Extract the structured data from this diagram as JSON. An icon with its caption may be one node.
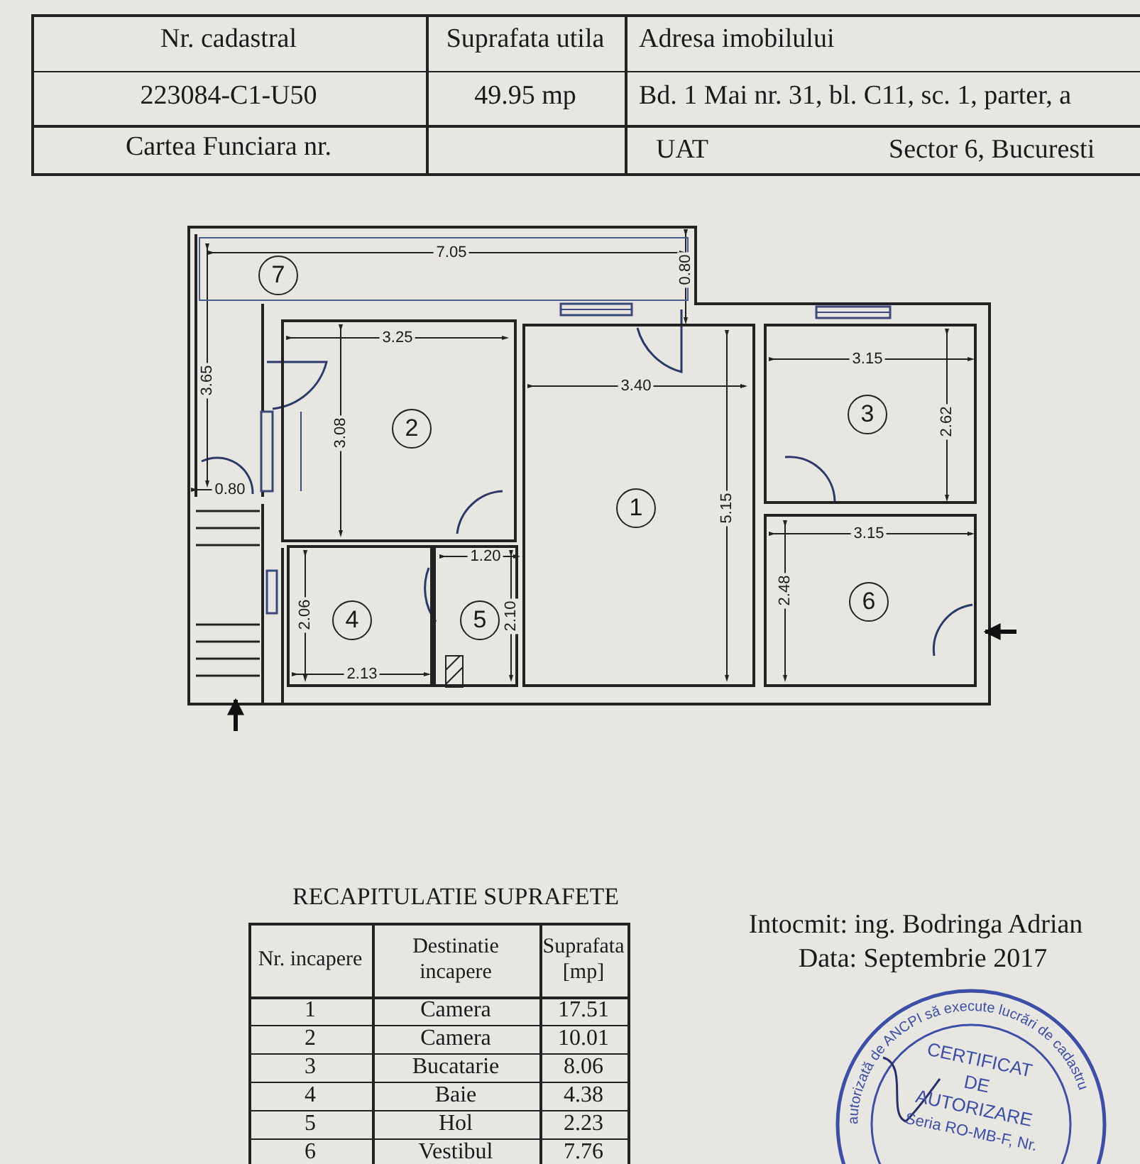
{
  "diagram": {
    "labels": [
      "Nr. cadastral",
      "Suprafata utila",
      "Adresa imobilului",
      "223084-C1-U50",
      "49.95 mp",
      "Bd. 1 Mai nr. 31, bl. C11, sc. 1, parter, a",
      "Cartea Funciara nr.",
      "UAT",
      "Sector 6, Bucuresti",
      "7.05",
      "7",
      "0.80",
      "3.25",
      "3.15",
      "3.65",
      "3.40",
      "3.08",
      "2",
      "3",
      "2.62",
      "0.80",
      "1",
      "5.15",
      "3.15",
      "1.20",
      "2.06",
      "4",
      "5",
      "2.10",
      "2.48",
      "6",
      "2.13",
      "RECAPITULATIE SUPRAFETE",
      "Intocmit: ing. Bodringa Adrian",
      "Nr. incapere",
      "Destinatie incapere",
      "Suprafata [mp]",
      "Data: Septembrie 2017",
      "1",
      "Camera",
      "17.51",
      "2",
      "Camera",
      "10.01",
      "3",
      "Bucatarie",
      "8.06",
      "4",
      "Baie",
      "4.38",
      "5",
      "Hol",
      "2.23",
      "6",
      "Vestibul",
      "7.76",
      "autorizată de ANCPI să execute lucrări de cadastru",
      "CERTIFICAT",
      "DE",
      "AUTORIZARE",
      "Seria RO-MB-F, Nr."
    ]
  }
}
